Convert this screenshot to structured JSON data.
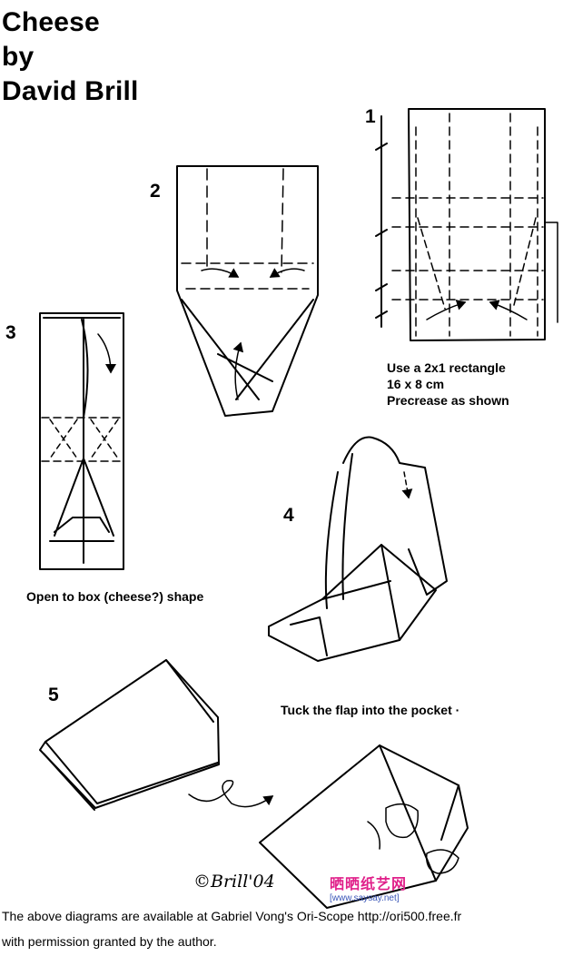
{
  "title": {
    "line1": "Cheese",
    "line2": "by",
    "line3": "David Brill"
  },
  "steps": [
    {
      "number": "1"
    },
    {
      "number": "2"
    },
    {
      "number": "3"
    },
    {
      "number": "4"
    },
    {
      "number": "5"
    }
  ],
  "captions": {
    "step1": [
      "Use a 2x1 rectangle",
      "16 x 8 cm",
      "Precrease as shown"
    ],
    "step3": "Open to box (cheese?) shape",
    "step4": "Tuck the flap into the pocket ·"
  },
  "signature": "©Brill'04",
  "watermark": {
    "main": "晒晒纸艺网",
    "sub": "[www.saysay.net]"
  },
  "footer": {
    "line1": "The above diagrams are available at Gabriel Vong's Ori-Scope  http://ori500.free.fr",
    "line2": "with permission granted by the author."
  }
}
